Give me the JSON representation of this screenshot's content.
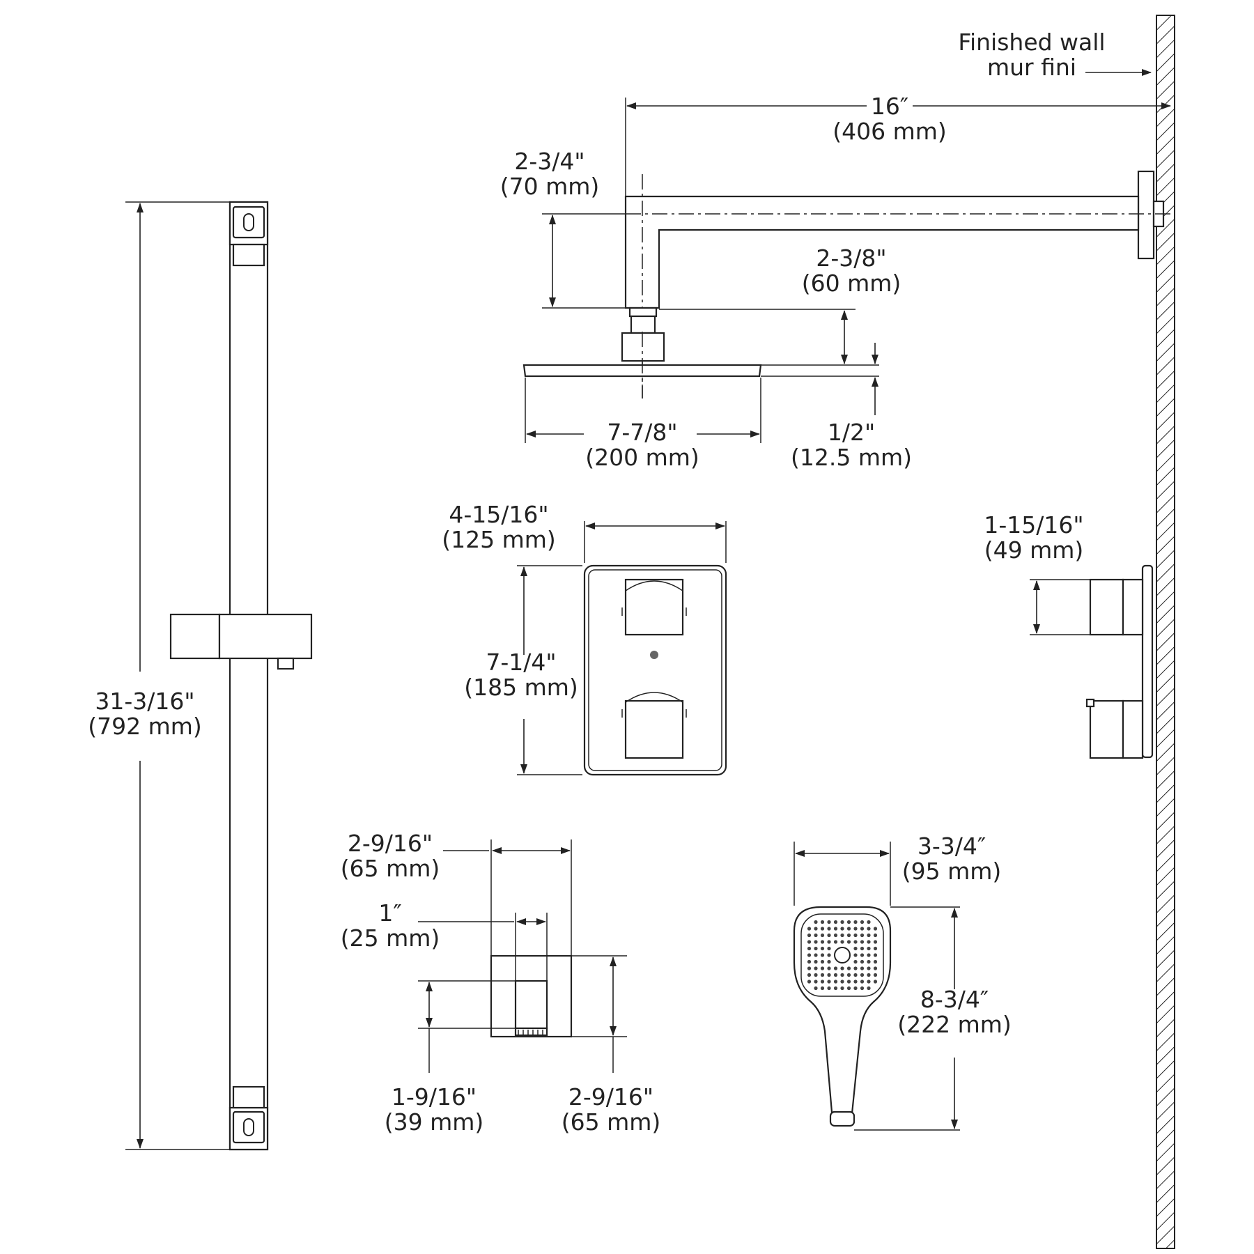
{
  "labels": {
    "wall_en": "Finished wall",
    "wall_fr": "mur fini",
    "arm_len_in": "16″",
    "arm_len_mm": "(406 mm)",
    "arm_drop_in": "2-3/4\"",
    "arm_drop_mm": "(70 mm)",
    "head_conn_in": "2-3/8\"",
    "head_conn_mm": "(60 mm)",
    "head_thick_in": "1/2\"",
    "head_thick_mm": "(12.5 mm)",
    "head_width_in": "7-7/8\"",
    "head_width_mm": "(200 mm)",
    "valve_w_in": "4-15/16\"",
    "valve_w_mm": "(125 mm)",
    "valve_h_in": "7-1/4\"",
    "valve_h_mm": "(185 mm)",
    "knob_depth_in": "1-15/16\"",
    "knob_depth_mm": "(49 mm)",
    "bar_len_in": "31-3/16\"",
    "bar_len_mm": "(792 mm)",
    "elbow_w_in": "2-9/16\"",
    "elbow_w_mm": "(65 mm)",
    "elbow_outlet_in": "1″",
    "elbow_outlet_mm": "(25 mm)",
    "elbow_offset_in": "1-9/16\"",
    "elbow_offset_mm": "(39 mm)",
    "elbow_h_in": "2-9/16\"",
    "elbow_h_mm": "(65 mm)",
    "hand_w_in": "3-3/4″",
    "hand_w_mm": "(95 mm)",
    "hand_len_in": "8-3/4″",
    "hand_len_mm": "(222 mm)"
  }
}
